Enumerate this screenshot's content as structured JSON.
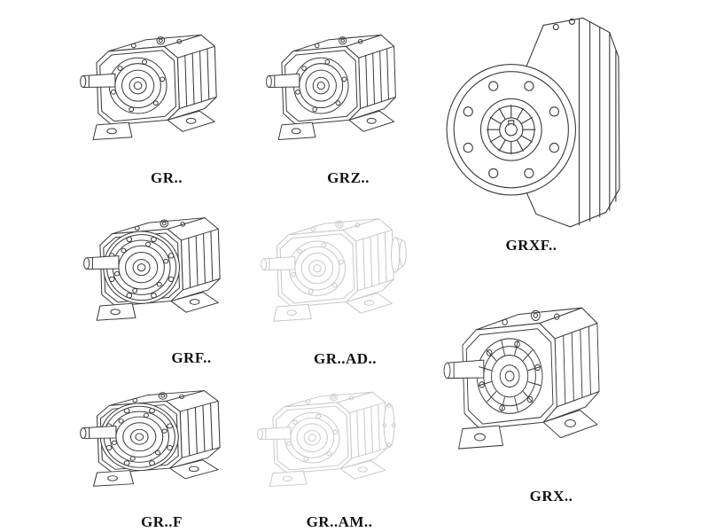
{
  "page": {
    "background": "#ffffff",
    "ink_color": "#3c3c3c",
    "faded_ink_color": "#c8c8c8",
    "label_color": "#111111"
  },
  "figures": [
    {
      "label": "GR.."
    },
    {
      "label": "GRZ.."
    },
    {
      "label": "GRXF.."
    },
    {
      "label": "GRF.."
    },
    {
      "label": "GR..AD.."
    },
    {
      "label": "GR..F"
    },
    {
      "label": "GR..AM.."
    },
    {
      "label": "GRX.."
    }
  ]
}
